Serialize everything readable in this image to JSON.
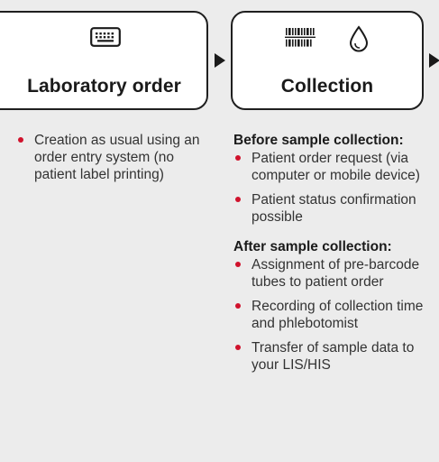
{
  "accent_color": "#d0122c",
  "steps": [
    {
      "title": "Laboratory order",
      "icon": "keyboard-icon"
    },
    {
      "title": "Collection",
      "icons": [
        "barcode-icon",
        "drop-icon"
      ]
    }
  ],
  "order": {
    "bullets": [
      "Creation as usual using an order entry system (no patient label printing)"
    ]
  },
  "collection": {
    "before_heading": "Before sample collection:",
    "before_bullets": [
      "Patient order request (via computer or mobile device)",
      "Patient status confirmation possible"
    ],
    "after_heading": "After sample collection:",
    "after_bullets": [
      "Assignment of pre-barcode tubes to patient order",
      "Recording of collection time and phlebotomist",
      "Transfer of sample data to your LIS/HIS"
    ]
  }
}
